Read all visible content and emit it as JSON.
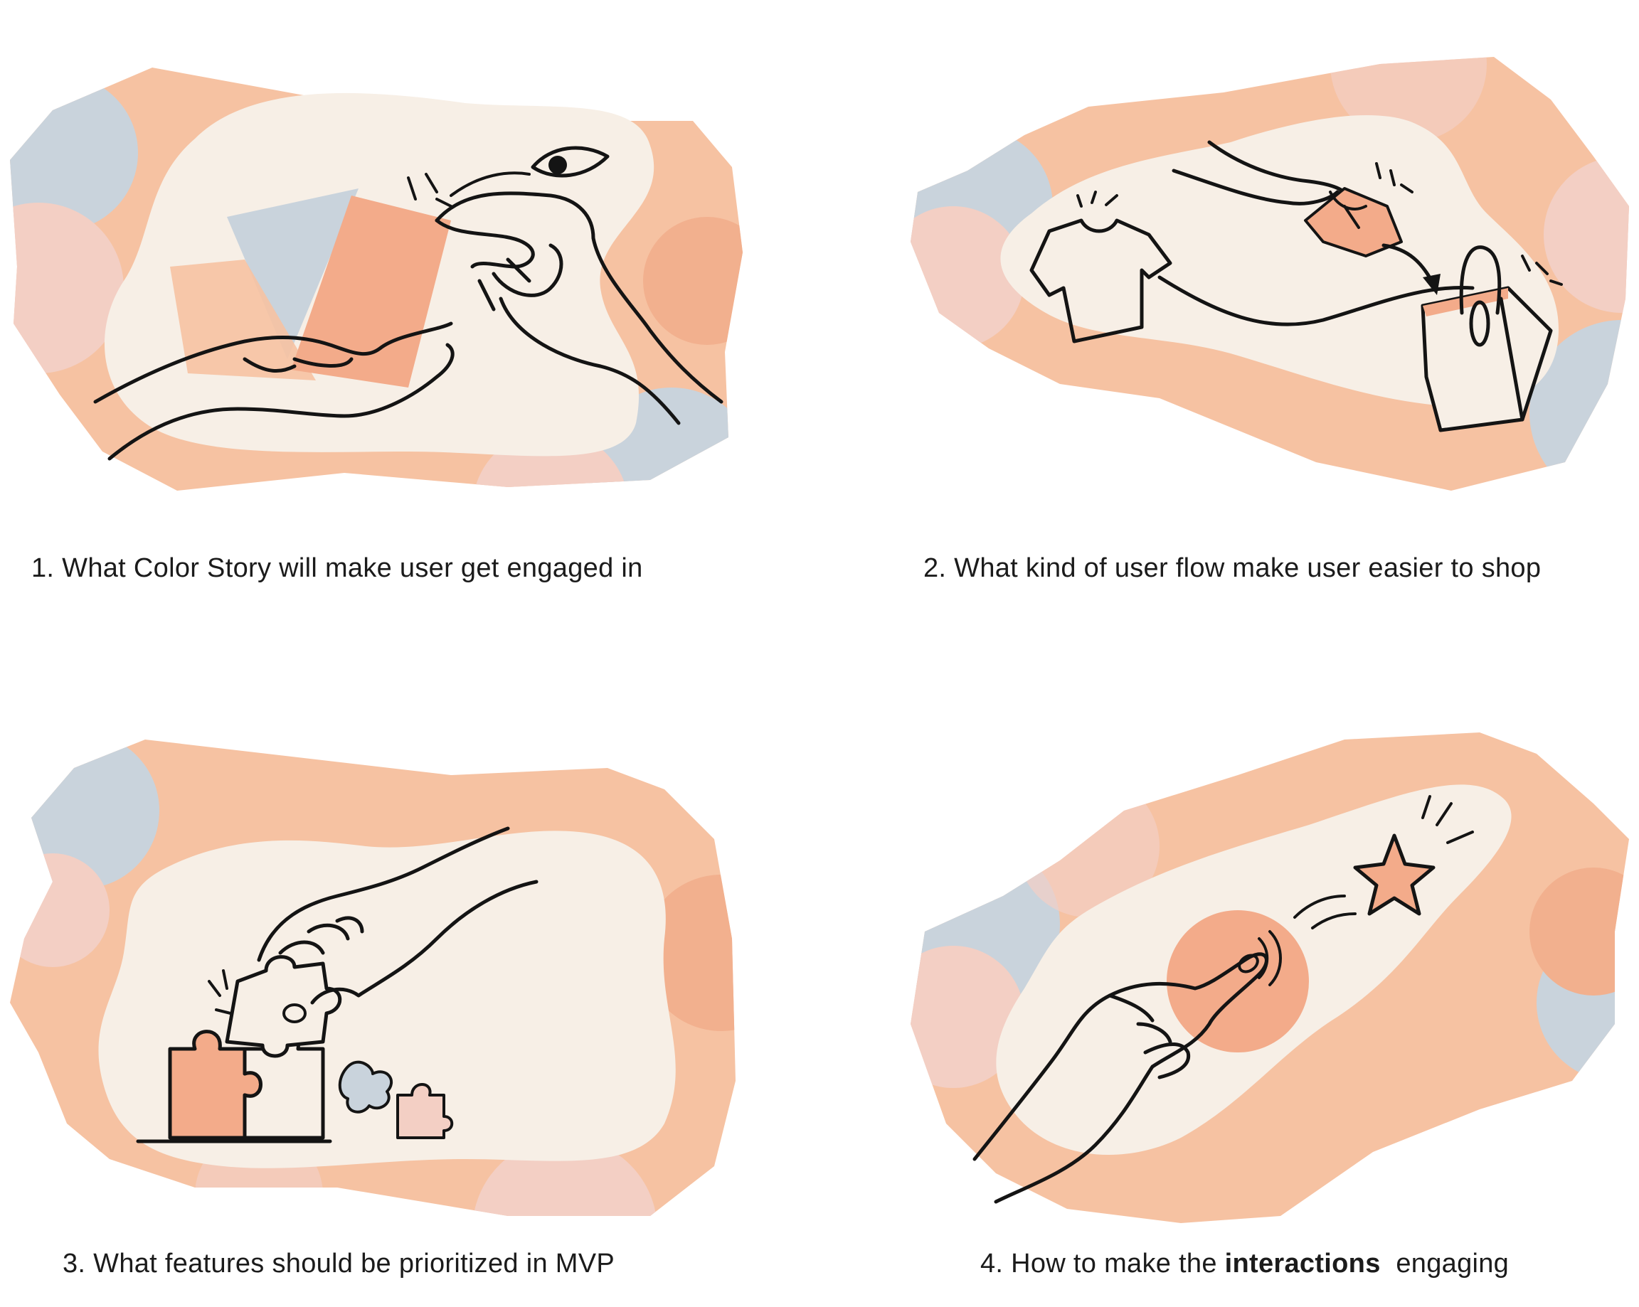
{
  "colors": {
    "blob_peach": "#f6c2a2",
    "blob_peach_dark": "#f2b08e",
    "blob_pink": "#f3cfc4",
    "blob_blue": "#c9d3dc",
    "cream": "#f7efe6",
    "accent_orange": "#f3ab8a",
    "ink": "#141414"
  },
  "cards": [
    {
      "caption": "1. What Color Story will make user get engaged in",
      "icons": [
        "eye-icon",
        "hand-holding-swatch-icon",
        "open-palm-icon",
        "color-swatch-icon"
      ]
    },
    {
      "caption": "2. What kind of user flow make user easier to shop",
      "icons": [
        "t-shirt-icon",
        "hand-holding-shirt-icon",
        "shopping-bag-icon",
        "arrow-icon"
      ]
    },
    {
      "caption": "3. What features should be prioritized in MVP",
      "icons": [
        "hand-placing-puzzle-icon",
        "puzzle-pieces-icon"
      ]
    },
    {
      "caption_before": "4. How to make the ",
      "caption_bold": "interactions",
      "caption_after": "  engaging",
      "icons": [
        "pointing-hand-icon",
        "touch-circle-icon",
        "star-icon"
      ]
    }
  ]
}
